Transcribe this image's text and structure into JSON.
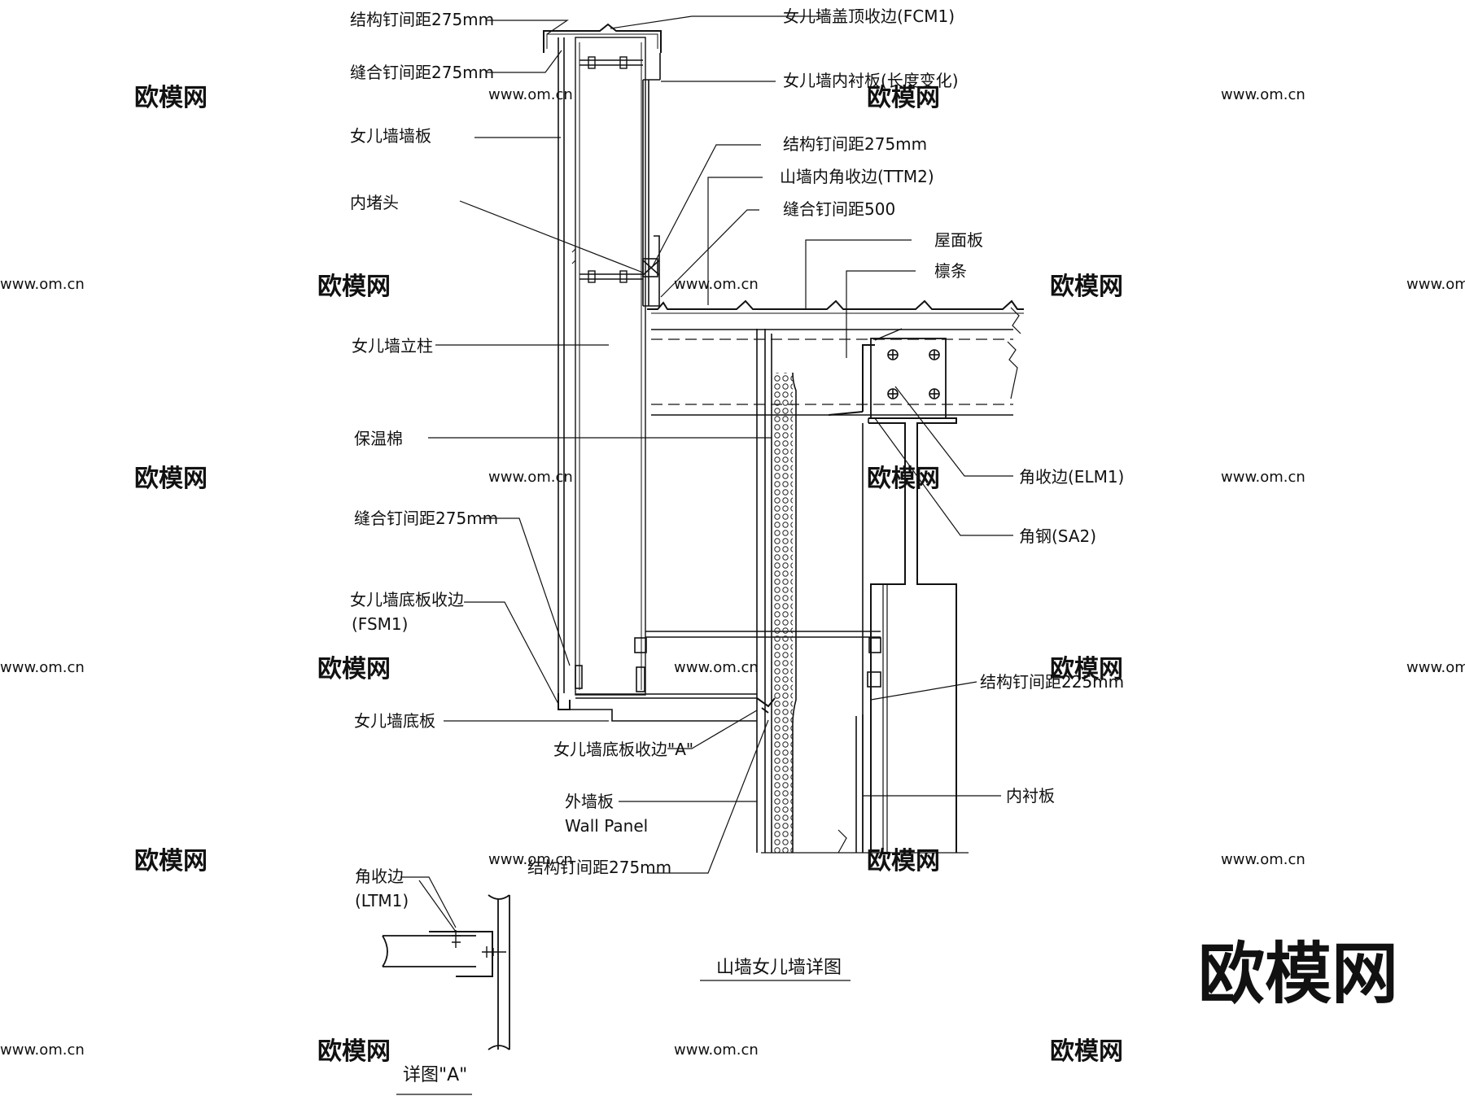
{
  "title": "山墙女儿墙详图",
  "detail_caption": "详图\"A\"",
  "brand_logo": "欧模网",
  "watermark": {
    "text": "欧模网",
    "url": "www.om.cn"
  },
  "labels": {
    "structure_nail_275_top": "结构钉间距275mm",
    "cap_flashing": "女儿墙盖顶收边(FCM1)",
    "stitch_nail_275_top": "缝合钉间距275mm",
    "liner_panel_varies": "女儿墙内衬板(长度变化)",
    "parapet_wall_panel": "女儿墙墙板",
    "structure_nail_275_mid": "结构钉间距275mm",
    "gable_inner_corner": "山墙内角收边(TTM2)",
    "inner_closure": "内堵头",
    "stitch_nail_500": "缝合钉间距500",
    "roof_panel": "屋面板",
    "purlin": "檩条",
    "parapet_column": "女儿墙立柱",
    "insulation": "保温棉",
    "corner_flashing_elm1": "角收边(ELM1)",
    "angle_steel_sa2": "角钢(SA2)",
    "stitch_nail_275_low": "缝合钉间距275mm",
    "soffit_flashing_line1": "女儿墙底板收边",
    "soffit_flashing_line2": "(FSM1)",
    "structure_nail_225": "结构钉间距225mm",
    "parapet_soffit": "女儿墙底板",
    "soffit_flashing_a": "女儿墙底板收边\"A\"",
    "wall_panel_cn": "外墙板",
    "wall_panel_en": "Wall Panel",
    "liner_panel": "内衬板",
    "structure_nail_275_bottom": "结构钉间距275mm",
    "corner_flashing_ltm1_line1": "角收边",
    "corner_flashing_ltm1_line2": "(LTM1)"
  }
}
